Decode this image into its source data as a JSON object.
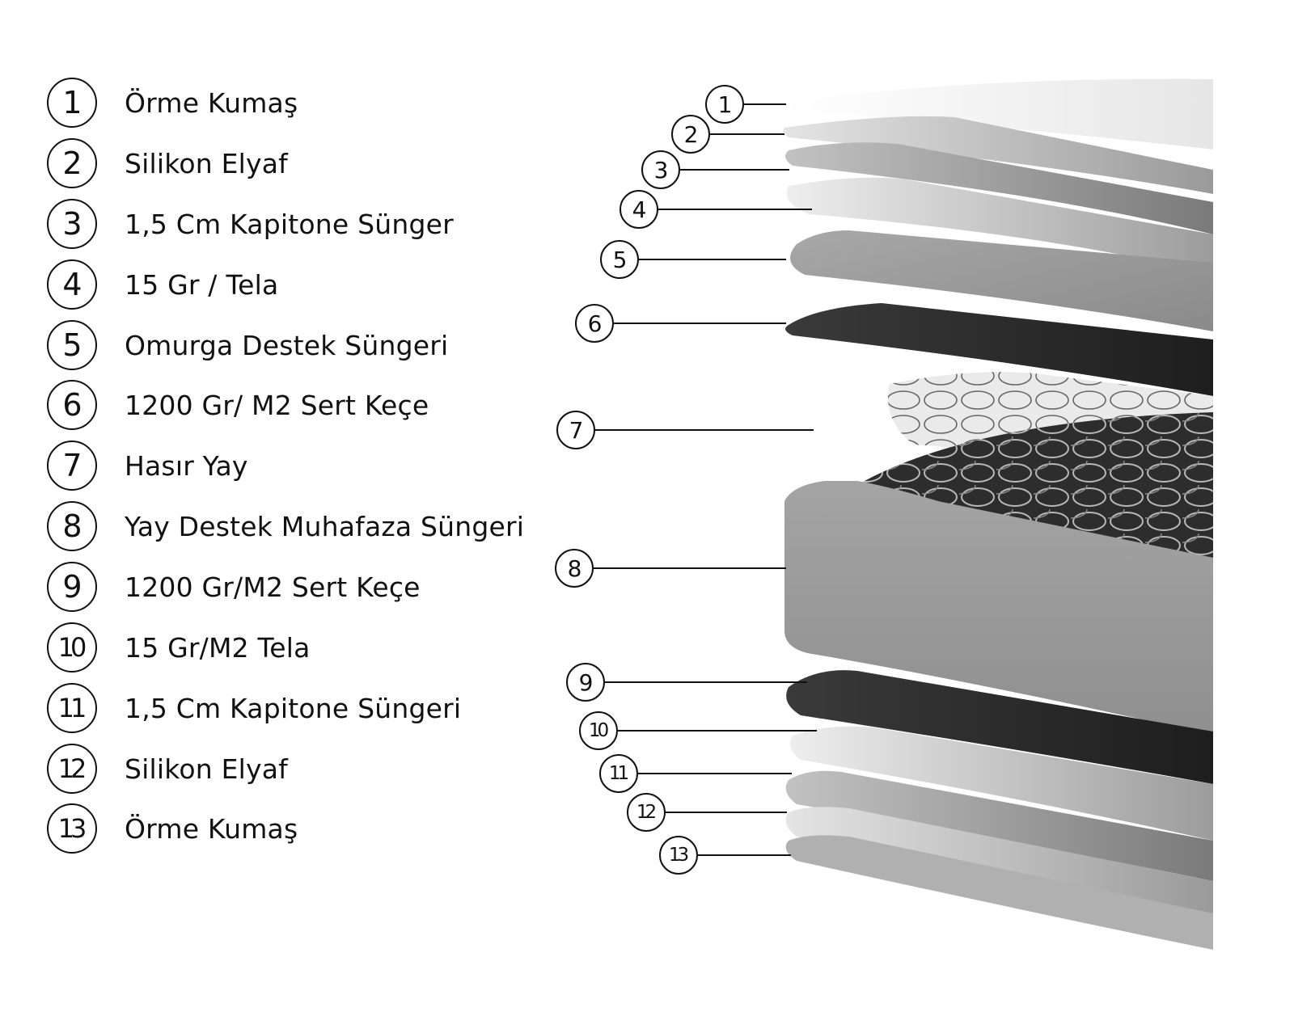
{
  "legend": {
    "items": [
      {
        "number": "1",
        "label": "Örme Kumaş"
      },
      {
        "number": "2",
        "label": "Silikon Elyaf"
      },
      {
        "number": "3",
        "label": "1,5 Cm Kapitone Sünger"
      },
      {
        "number": "4",
        "label": "15 Gr / Tela"
      },
      {
        "number": "5",
        "label": "Omurga Destek Süngeri"
      },
      {
        "number": "6",
        "label": "1200 Gr/ M2 Sert Keçe"
      },
      {
        "number": "7",
        "label": "Hasır Yay"
      },
      {
        "number": "8",
        "label": "Yay Destek Muhafaza Süngeri"
      },
      {
        "number": "9",
        "label": "1200 Gr/M2 Sert Keçe"
      },
      {
        "number": "10",
        "label": "15 Gr/M2 Tela"
      },
      {
        "number": "11",
        "label": "1,5 Cm Kapitone Süngeri"
      },
      {
        "number": "12",
        "label": "Silikon Elyaf"
      },
      {
        "number": "13",
        "label": "Örme Kumaş"
      }
    ]
  },
  "diagram": {
    "callouts": [
      {
        "number": "1"
      },
      {
        "number": "2"
      },
      {
        "number": "3"
      },
      {
        "number": "4"
      },
      {
        "number": "5"
      },
      {
        "number": "6"
      },
      {
        "number": "7"
      },
      {
        "number": "8"
      },
      {
        "number": "9"
      },
      {
        "number": "10"
      },
      {
        "number": "11"
      },
      {
        "number": "12"
      },
      {
        "number": "13"
      }
    ],
    "colors": {
      "fabric": "#f2f2f2",
      "fiber": "#bdbdbd",
      "quilt_foam": "#9a9a9a",
      "tela": "#c9c9c9",
      "spine_foam": "#8f8f8f",
      "felt": "#2a2a2a",
      "spring_frame": "#9c9c9c"
    }
  }
}
